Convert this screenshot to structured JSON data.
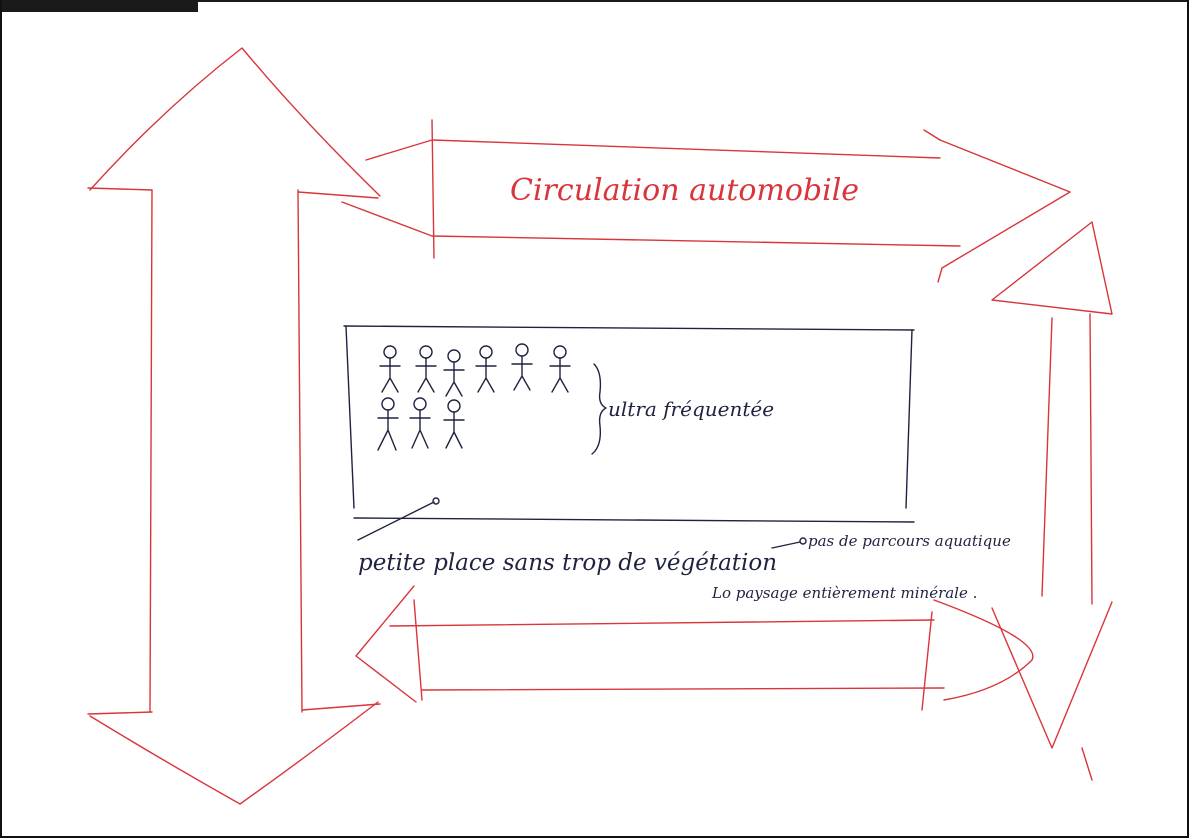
{
  "labels": {
    "road": "Circulation automobile",
    "crowd": "ultra fréquentée",
    "square": "petite place sans trop de végétation",
    "no_water": "pas de parcours aquatique",
    "mineral": "Lo paysage entièrement minérale ."
  },
  "colors": {
    "traffic_arrows": "#d9353b",
    "ink": "#1f2340"
  },
  "figures": {
    "people_count": 9
  }
}
